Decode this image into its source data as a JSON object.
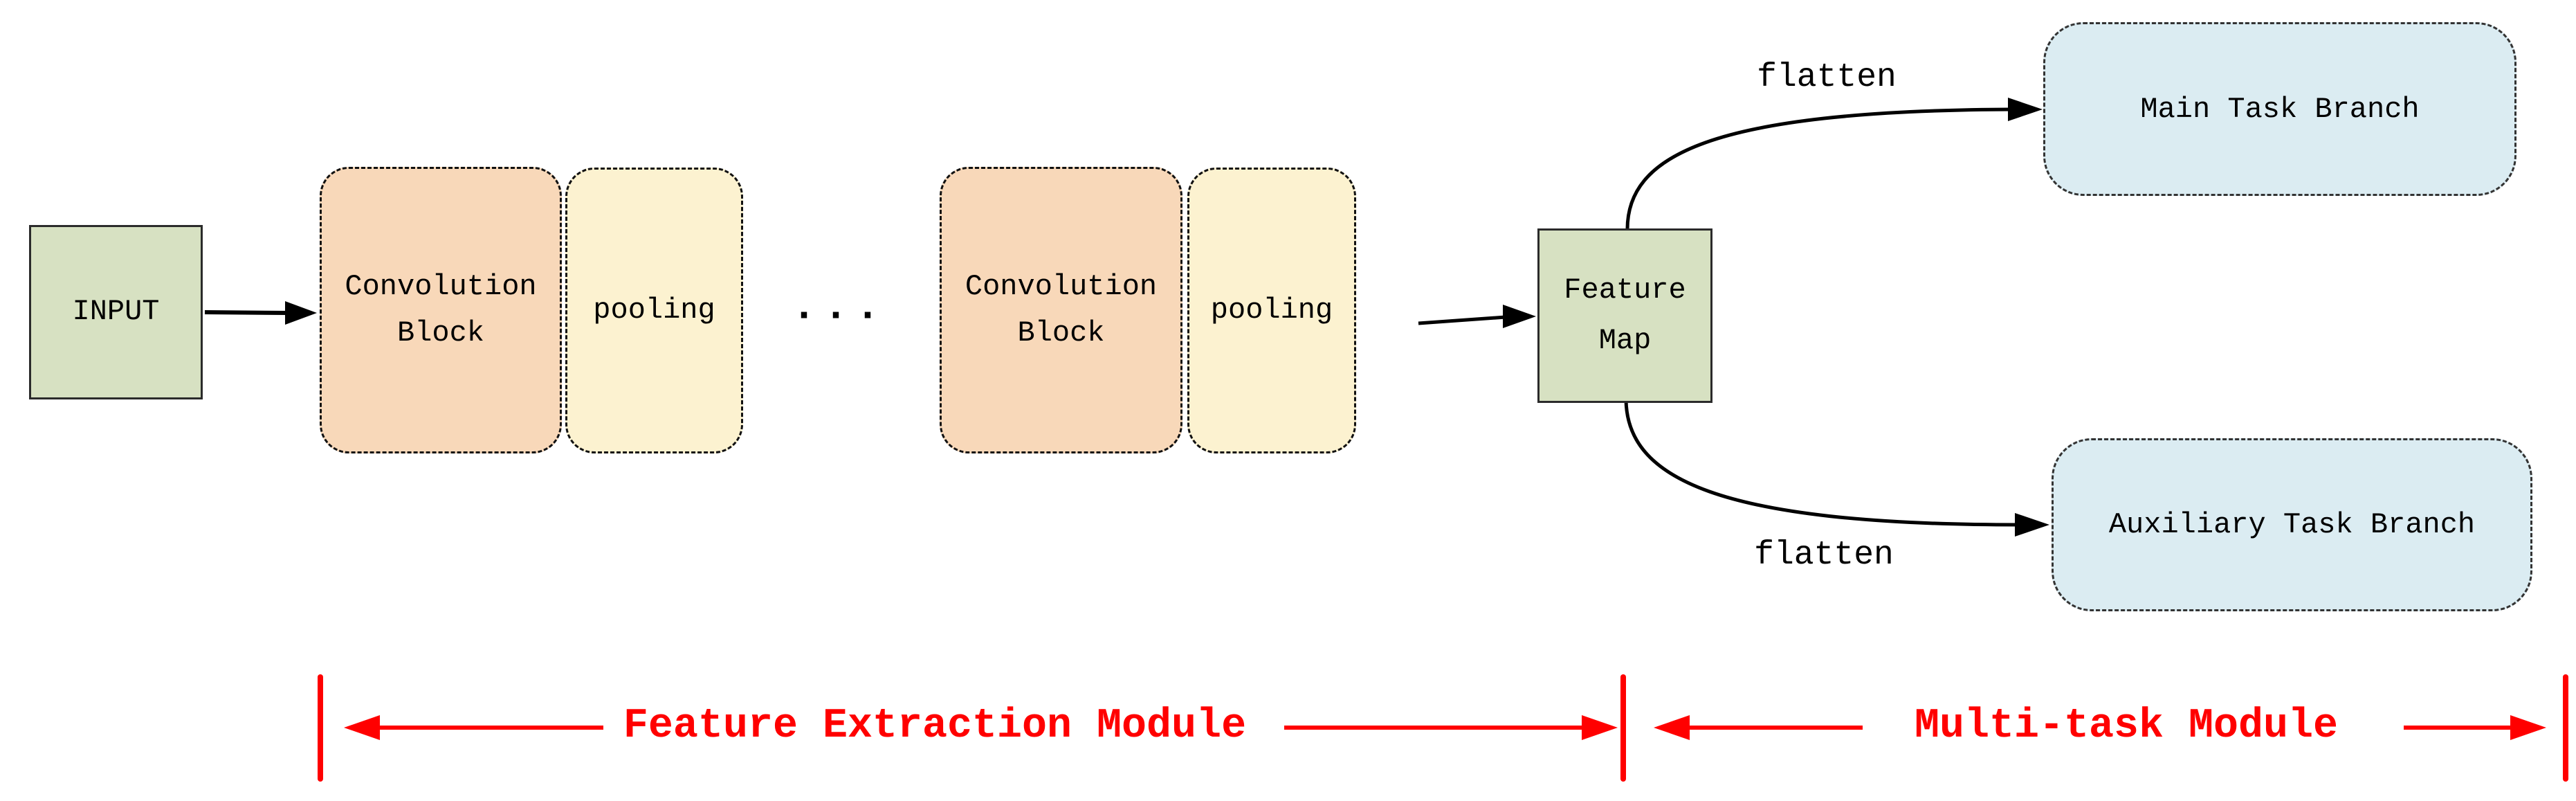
{
  "figure": {
    "type": "neural-network-architecture-diagram",
    "background": "#ffffff"
  },
  "colors": {
    "input_fill": "#d7e1c2",
    "conv_fill": "#f8d8b9",
    "pool_fill": "#fcf2d0",
    "branch_fill": "#dbecf2",
    "annotation_red": "#ff0000",
    "line_black": "#000000"
  },
  "nodes": {
    "input": {
      "label": "INPUT"
    },
    "conv_block_1": {
      "label": "Convolution\nBlock"
    },
    "pooling_1": {
      "label": "pooling"
    },
    "ellipsis": {
      "label": "···"
    },
    "conv_block_2": {
      "label": "Convolution\nBlock"
    },
    "pooling_2": {
      "label": "pooling"
    },
    "feature_map": {
      "label": "Feature\nMap"
    },
    "main_task_branch": {
      "label": "Main Task Branch"
    },
    "auxiliary_task_branch": {
      "label": "Auxiliary Task Branch"
    }
  },
  "edge_labels": {
    "flatten_top": "flatten",
    "flatten_bottom": "flatten"
  },
  "annotations": {
    "feature_extraction_module": "Feature Extraction Module",
    "multi_task_module": "Multi-task Module"
  }
}
